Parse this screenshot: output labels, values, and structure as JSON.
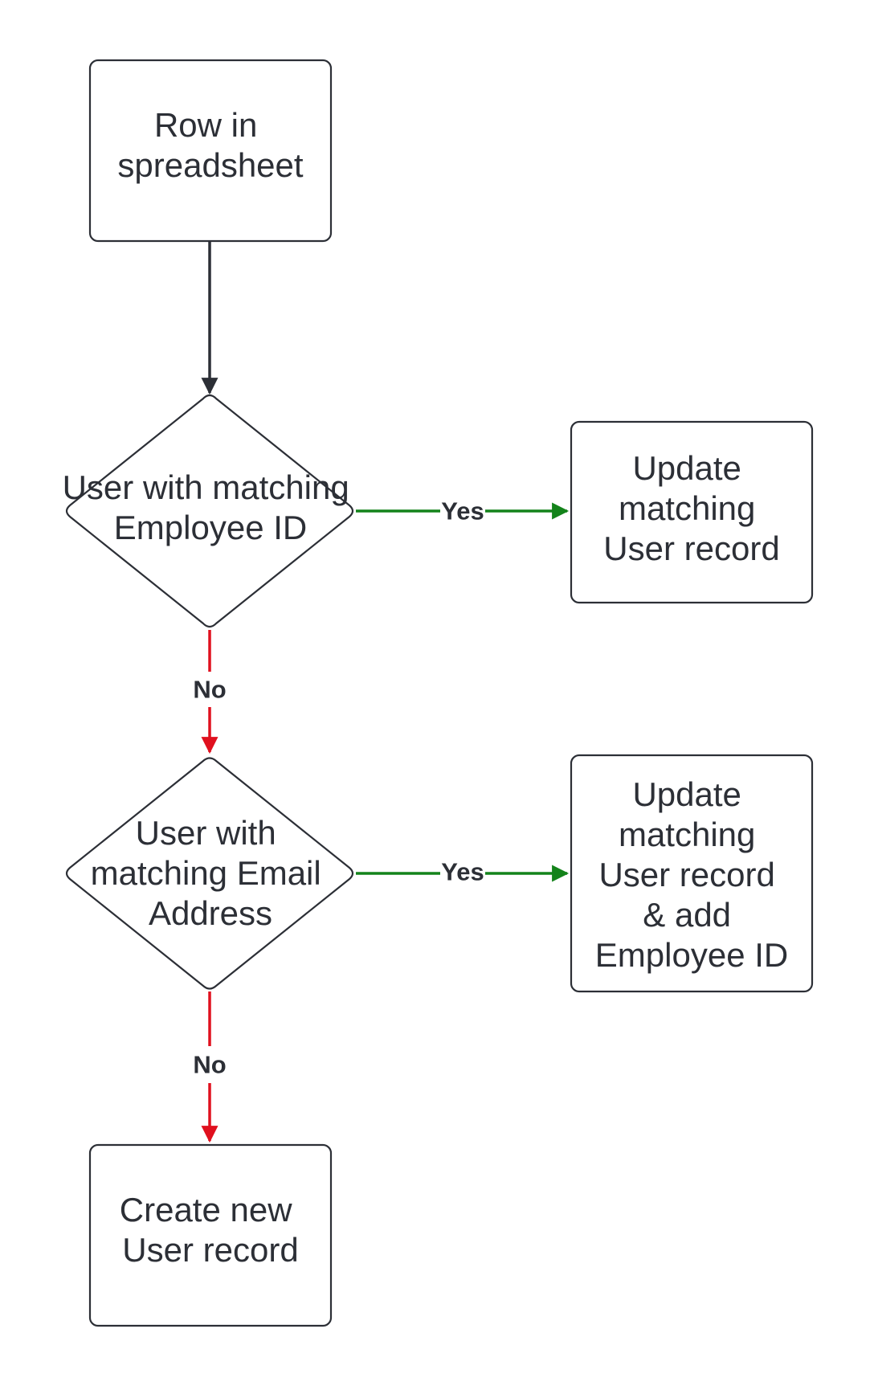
{
  "colors": {
    "default_line": "#2c2f36",
    "yes_line": "#13831a",
    "no_line": "#e0101e",
    "text": "#2c2f36",
    "shape_stroke": "#2c2f36",
    "background": "#ffffff"
  },
  "nodes": {
    "row_in_spreadsheet": {
      "shape": "rectangle",
      "lines": [
        "Row in",
        "spreadsheet"
      ]
    },
    "match_employee_id": {
      "shape": "diamond",
      "lines": [
        "User with matching",
        "Employee ID"
      ]
    },
    "update_user_record": {
      "shape": "rectangle",
      "lines": [
        "Update",
        "matching",
        "User record"
      ]
    },
    "match_email_address": {
      "shape": "diamond",
      "lines": [
        "User with",
        "matching Email",
        "Address"
      ]
    },
    "update_user_record_add_id": {
      "shape": "rectangle",
      "lines": [
        "Update",
        "matching",
        "User record",
        "& add",
        "Employee ID"
      ]
    },
    "create_new_user_record": {
      "shape": "rectangle",
      "lines": [
        "Create new",
        "User record"
      ]
    }
  },
  "edges": {
    "start_to_employee_check": {
      "label": "",
      "kind": "default"
    },
    "employee_yes": {
      "label": "Yes",
      "kind": "yes"
    },
    "employee_no": {
      "label": "No",
      "kind": "no"
    },
    "email_yes": {
      "label": "Yes",
      "kind": "yes"
    },
    "email_no": {
      "label": "No",
      "kind": "no"
    }
  }
}
